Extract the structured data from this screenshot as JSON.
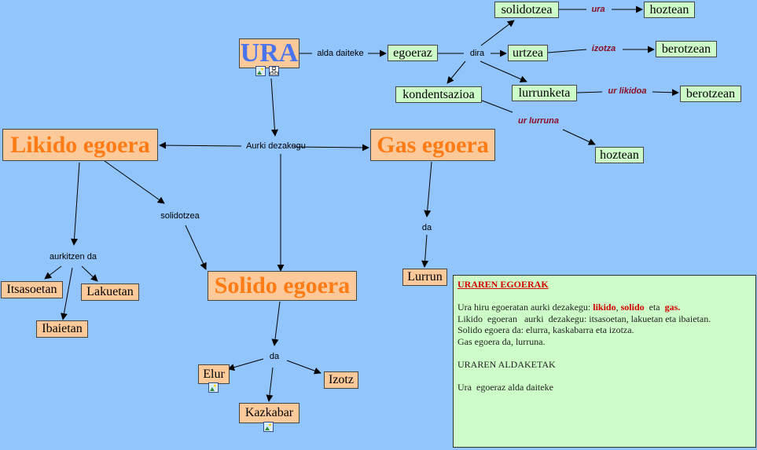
{
  "nodes": {
    "ura": "URA",
    "likido": "Likido egoera",
    "gas": "Gas egoera",
    "solido": "Solido egoera",
    "egoeraz": "egoeraz",
    "solidotzea": "solidotzea",
    "urtzea": "urtzea",
    "kondentsazioa": "kondentsazioa",
    "lurrunketa": "lurrunketa",
    "hoztean1": "hoztean",
    "berotzean1": "berotzean",
    "berotzean2": "berotzean",
    "hoztean2": "hoztean",
    "itsasoetan": "Itsasoetan",
    "lakuetan": "Lakuetan",
    "ibaietan": "Ibaietan",
    "lurrun": "Lurrun",
    "elur": "Elur",
    "izotz": "Izotz",
    "kazkabar": "Kazkabar"
  },
  "links": {
    "alda_daiteke": "alda daiteke",
    "dira": "dira",
    "aurki_dezakegu": "Aurki dezakegu",
    "solidotzea": "solidotzea",
    "aurkitzen_da": "aurkitzen da",
    "da_gas": "da",
    "da_solido": "da",
    "ura": "ura",
    "izotza": "izotza",
    "ur_likidoa": "ur likidoa",
    "ur_lurruna": "ur lurruna"
  },
  "note": {
    "title": "URAREN EGOERAK",
    "line1_pre": "Ura hiru egoeratan aurki dezakegu: ",
    "w_likido": "likido",
    "sep1": ", ",
    "w_solido": "solido",
    "sep2": "  eta  ",
    "w_gas": "gas.",
    "line2": "Likido  egoeran   aurki  dezakegu: itsasoetan, lakuetan eta ibaietan.",
    "line3": "Solido egoera da: elurra, kaskabarra eta izotza.",
    "line4": "Gas egoera da, lurruna.",
    "title2": "URAREN ALDAKETAK",
    "line5": "Ura  egoeraz alda daiteke"
  },
  "icons": {
    "image": "image-icon",
    "map": "concept-map-icon"
  },
  "colors": {
    "background": "#92c5fb",
    "node_orange": "#fcc99a",
    "node_green": "#cdfcc8",
    "title_orange": "#ff7b15",
    "title_blue": "#4a74ee",
    "edge_label": "#8b0e28",
    "note_red": "#d40000"
  }
}
